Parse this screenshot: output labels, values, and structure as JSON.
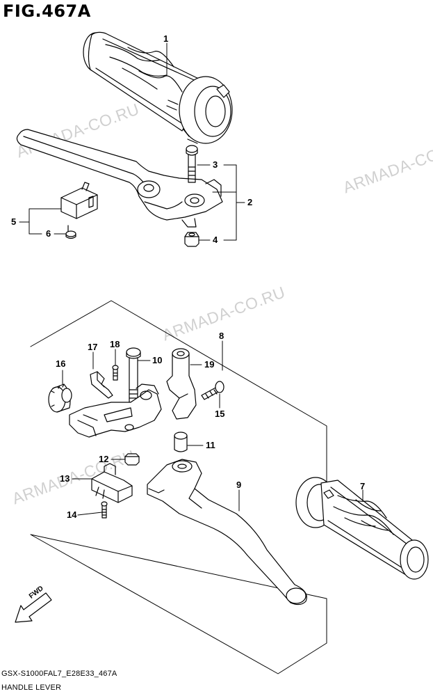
{
  "figure": {
    "title": "FIG.467A",
    "code": "GSX-S1000FAL7_E28E33_467A",
    "name": "HANDLE LEVER"
  },
  "watermark": {
    "text": "ARMADA-CO.RU",
    "color": "#cccccc"
  },
  "callouts": [
    "1",
    "2",
    "3",
    "4",
    "5",
    "6",
    "7",
    "8",
    "9",
    "10",
    "11",
    "12",
    "13",
    "14",
    "15",
    "16",
    "17",
    "18",
    "19"
  ],
  "fwd": "FWD",
  "parts": [
    {
      "name": "left-grip"
    },
    {
      "name": "clutch-lever"
    },
    {
      "name": "clutch-pivot-bolt"
    },
    {
      "name": "clutch-pivot-nut"
    },
    {
      "name": "clutch-switch"
    },
    {
      "name": "clutch-switch-screw"
    },
    {
      "name": "right-grip"
    },
    {
      "name": "front-brake-lever-assembly"
    },
    {
      "name": "front-brake-lever"
    },
    {
      "name": "lever-pivot-bolt"
    },
    {
      "name": "lever-collar"
    },
    {
      "name": "lever-nut"
    },
    {
      "name": "brake-light-switch"
    },
    {
      "name": "brake-switch-screw"
    },
    {
      "name": "lever-bracket-bolt"
    },
    {
      "name": "adjuster-knob"
    },
    {
      "name": "adjuster-spring"
    },
    {
      "name": "adjuster-screw"
    },
    {
      "name": "lever-holder"
    }
  ]
}
